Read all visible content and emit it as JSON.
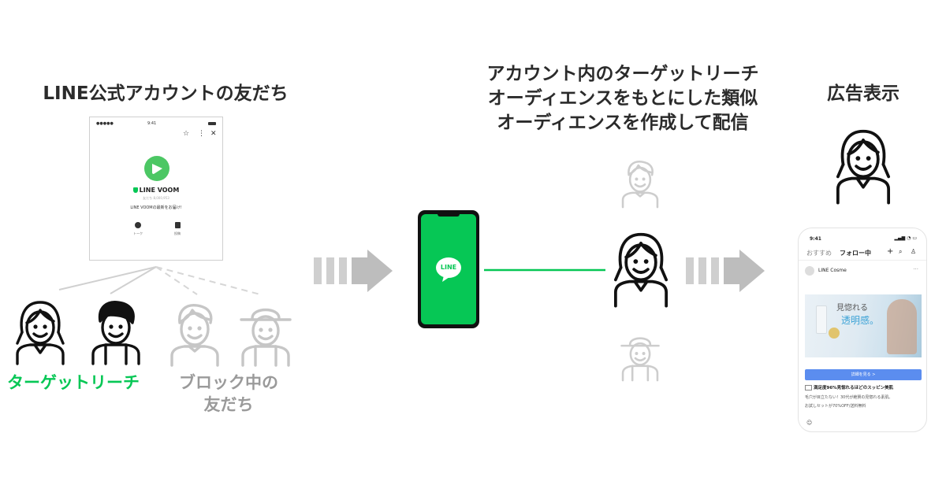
{
  "left": {
    "title": "LINE公式アカウントの友だち",
    "target_label": "ターゲットリーチ",
    "blocked_label_line1": "ブロック中の",
    "blocked_label_line2": "友だち"
  },
  "middle": {
    "title_line1": "アカウント内のターゲットリーチ",
    "title_line2": "オーディエンスをもとにした類似",
    "title_line3": "オーディエンスを作成して配信",
    "phone_logo_text": "LINE"
  },
  "right": {
    "title": "広告表示"
  },
  "profile_card": {
    "status_time": "9:41",
    "status_dots": "●●●●●",
    "account_name": "LINE VOOM",
    "sub_text": "友だち 8,000,953",
    "description": "LINE VOOMの最新をお届け!",
    "action1_label": "トーク",
    "action2_label": "投稿"
  },
  "timeline_phone": {
    "time": "9:41",
    "tab_recommended": "おすすめ",
    "tab_following": "フォロー中",
    "account_name": "LINE Cosme",
    "ad_text_main": "見惚れる",
    "ad_text_sub": "透明感。",
    "cta_label": "詳細を見る >",
    "headline": "満足度96%見惚れるほどのスッピン美肌",
    "body_line1": "毛穴が目立たない！30代が絶賛の見惚れる素肌。",
    "body_line2": "お試しセットが70%OFF/送料無料"
  },
  "colors": {
    "line_green": "#06c755",
    "arrow_grey": "#c8c8c8",
    "faded_person": "#c6c6c6",
    "button_blue": "#5b8def"
  }
}
